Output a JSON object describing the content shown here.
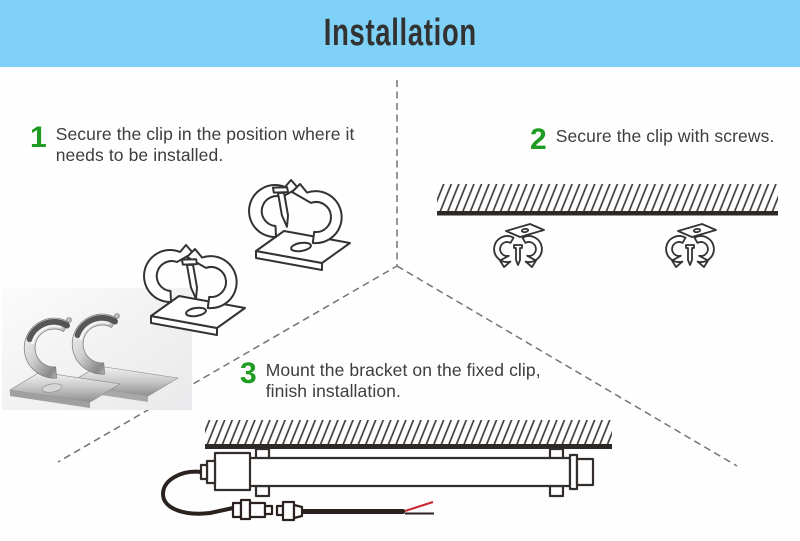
{
  "header": {
    "title": "Installation"
  },
  "steps": [
    {
      "number": "1",
      "text": "Secure the clip in the position where it needs to be installed."
    },
    {
      "number": "2",
      "text": "Secure the clip with screws."
    },
    {
      "number": "3",
      "text": "Mount the bracket on the fixed clip, finish installation."
    }
  ],
  "colors": {
    "banner_bg": "#7fd1f7",
    "banner_text": "#323232",
    "step_number_green": "#1e9b20",
    "body_text": "#3d3d3d",
    "line_art": "#333333",
    "divider_gray": "#757575",
    "ceiling_black": "#2d2926",
    "cable_black": "#2b2220",
    "wire_red": "#c9232e"
  },
  "artwork": {
    "step1": [
      "tube-clip-line-drawing",
      "tube-clip-line-drawing",
      "mounting-screw",
      "mounting-screw",
      "metal-spring-clips-photo"
    ],
    "step2": [
      "hatched-ceiling",
      "mounted-clip-with-screw",
      "mounted-clip-with-screw"
    ],
    "step3": [
      "hatched-ceiling",
      "led-tube-light",
      "mounting-tabs",
      "power-cable",
      "cable-connectors",
      "red-black-wire-ends"
    ]
  }
}
